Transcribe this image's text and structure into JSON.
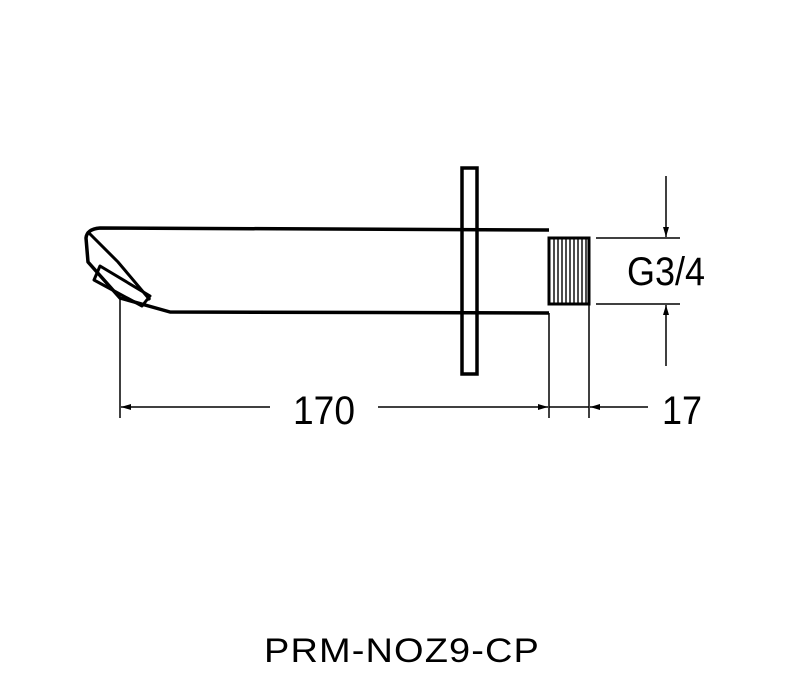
{
  "dimensions": {
    "spout_length": "170",
    "thread_length": "17",
    "thread_size": "G3/4"
  },
  "product_code": "PRM-NOZ9-CP"
}
